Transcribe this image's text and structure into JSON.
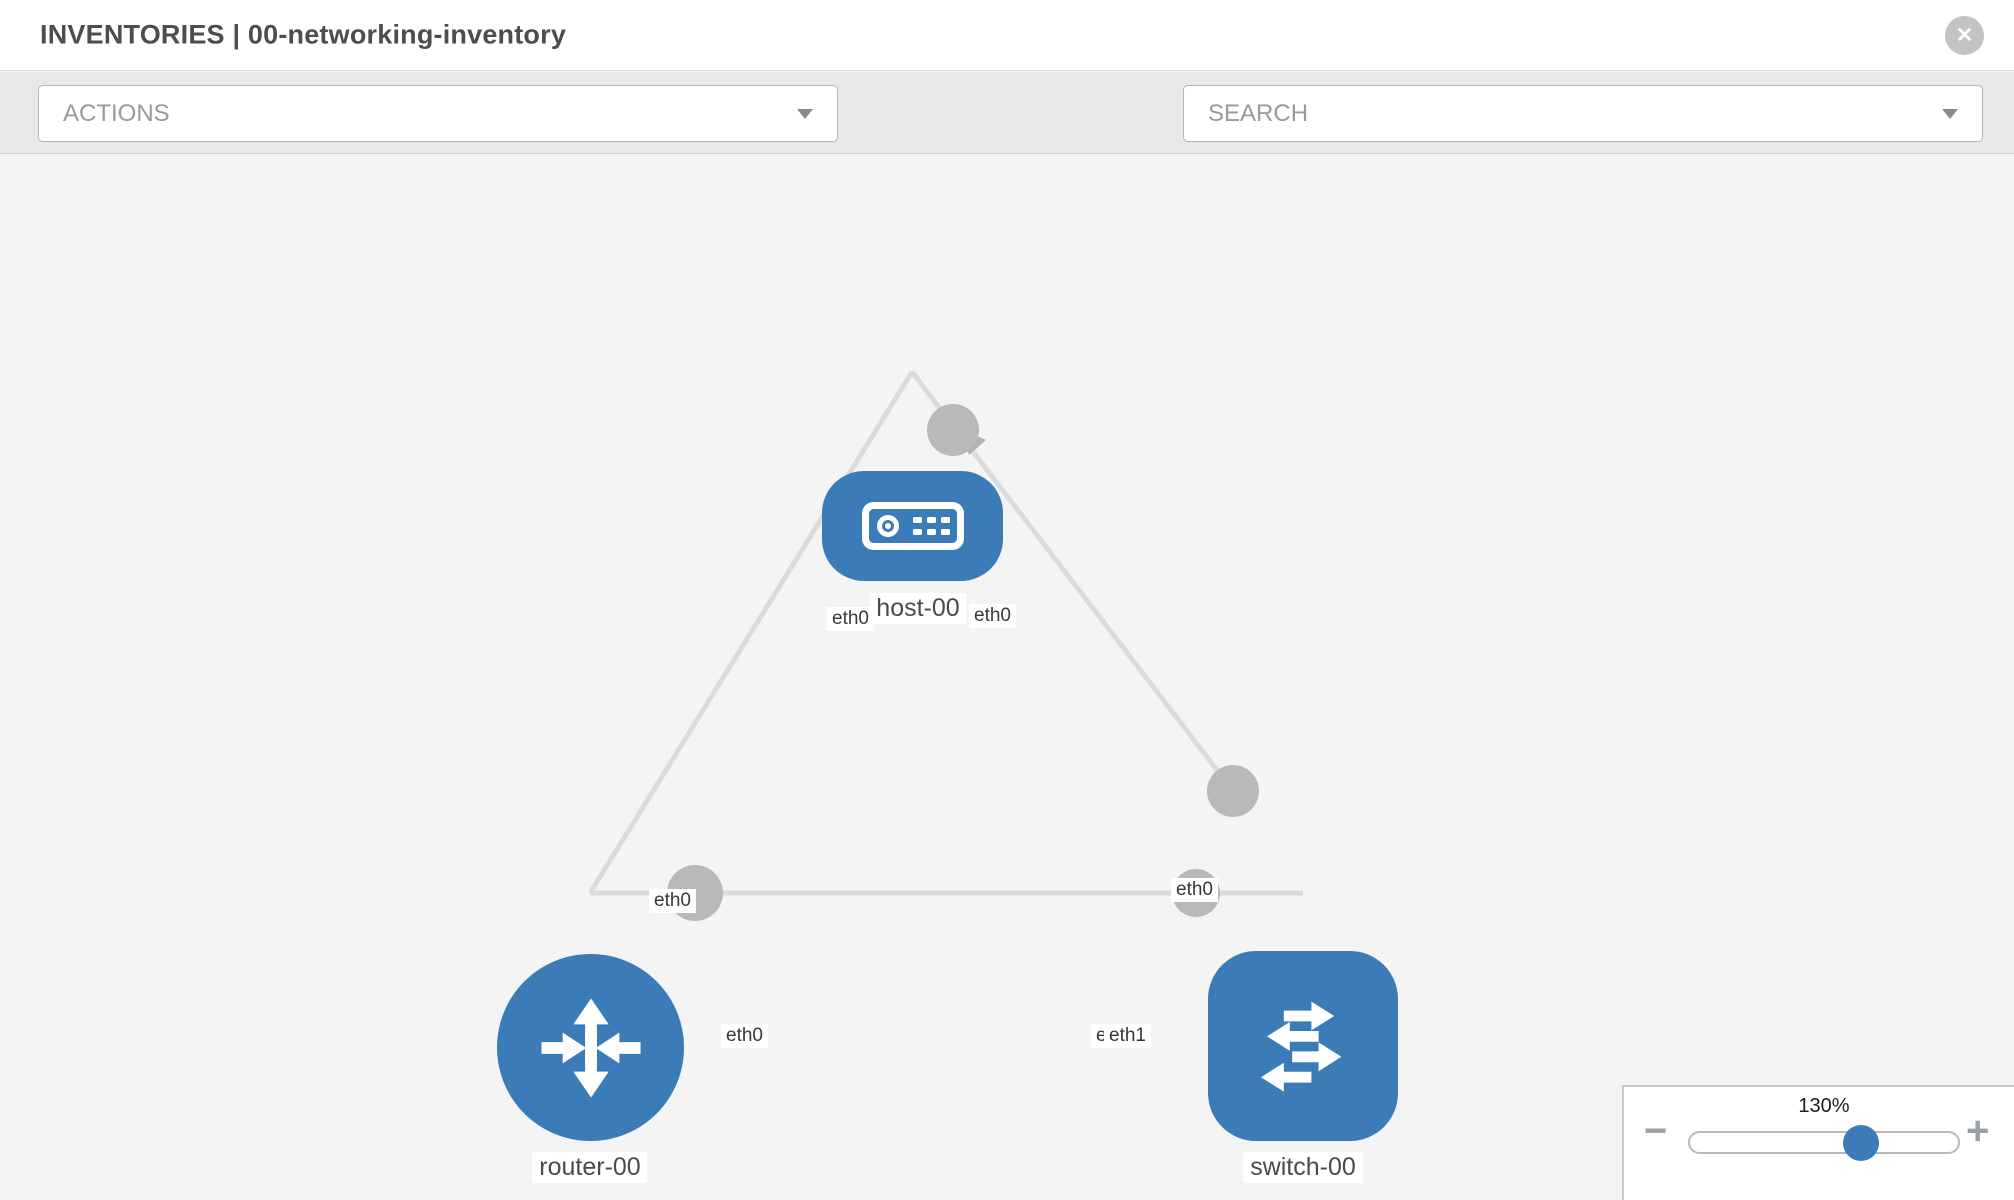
{
  "header": {
    "title": "INVENTORIES | 00-networking-inventory",
    "close_glyph": "✕"
  },
  "toolbar": {
    "actions_label": "ACTIONS",
    "search_label": "SEARCH",
    "icons": [
      "wrench-icon",
      "key-icon"
    ]
  },
  "topology": {
    "nodes": [
      {
        "id": "host-00",
        "type": "host",
        "label": "host-00"
      },
      {
        "id": "router-00",
        "type": "router",
        "label": "router-00"
      },
      {
        "id": "switch-00",
        "type": "switch",
        "label": "switch-00"
      }
    ],
    "links": [
      {
        "from": "host-00",
        "from_interface": "eth0",
        "to": "router-00",
        "to_interface": "eth0"
      },
      {
        "from": "host-00",
        "from_interface": "eth0",
        "to": "switch-00",
        "to_interface": "eth0"
      },
      {
        "from": "router-00",
        "from_interface": "eth0",
        "to": "switch-00",
        "to_interface": "eth1"
      }
    ],
    "interface_labels": [
      {
        "text": "eth0"
      },
      {
        "text": "eth0"
      },
      {
        "text": "eth0"
      },
      {
        "text": "eth0"
      },
      {
        "text": "eth0"
      },
      {
        "text": "eth0"
      },
      {
        "text": "eth1"
      }
    ]
  },
  "zoom_control": {
    "level": "130%",
    "minus": "−",
    "plus": "+"
  },
  "colors": {
    "node_blue": "#3b7cb8",
    "link_gray": "#dbdbdb",
    "connector_gray": "#b9b9b9",
    "toolbar_gray": "#e8e8e8"
  }
}
